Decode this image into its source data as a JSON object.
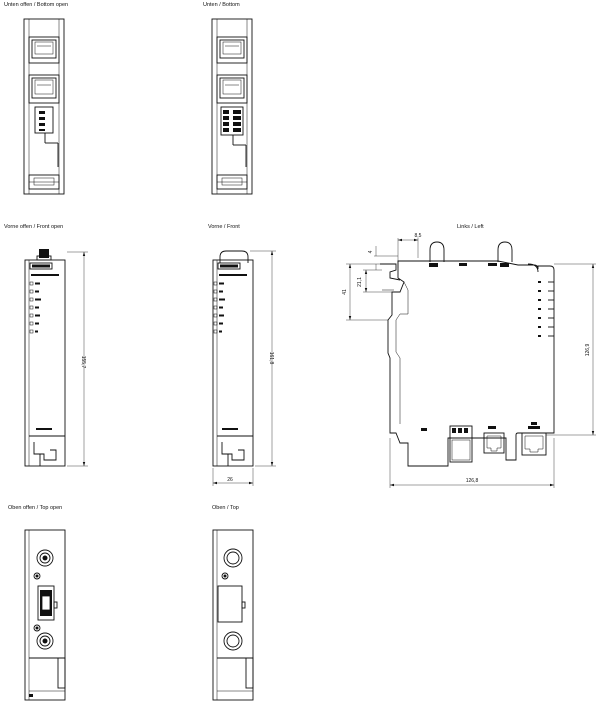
{
  "views": {
    "bottom_open": {
      "caption": "Unten offen / Bottom open"
    },
    "bottom": {
      "caption": "Unten / Bottom"
    },
    "front_open": {
      "caption": "Vorne offen / Front open",
      "height_dim": "155,7"
    },
    "front": {
      "caption": "Vorne / Front",
      "height_dim": "161,8",
      "width_dim": "26"
    },
    "left": {
      "caption": "Links / Left",
      "dim_top": "8,5",
      "dim_small": "4",
      "dim_21": "21,1",
      "dim_41": "41",
      "dim_height": "126,9",
      "dim_width": "126,8"
    },
    "top_open": {
      "caption": "Oben offen / Top open"
    },
    "top": {
      "caption": "Oben / Top"
    }
  }
}
